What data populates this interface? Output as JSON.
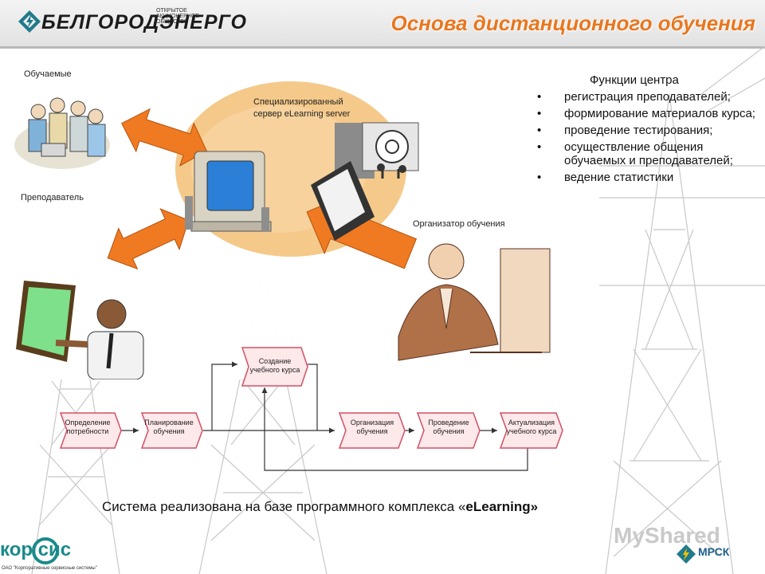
{
  "header": {
    "logo_small": "Открытое акционерное общество",
    "logo_name": "БЕЛГОРОДЭНЕРГО",
    "title": "Основа дистанционного обучения"
  },
  "illustration": {
    "learners_label": "Обучаемые",
    "teacher_label": "Преподаватель",
    "server_label_line1": "Специализированный",
    "server_label_line2": "сервер eLearning server",
    "organizer_label": "Организатор обучения"
  },
  "functions": {
    "heading": "Функции центра",
    "items": [
      "регистрация преподавателей;",
      "формирование материалов курса;",
      "проведение тестирования;",
      "осуществление общения обучаемых и преподавателей;",
      "ведение статистики"
    ]
  },
  "process": {
    "steps": [
      {
        "line1": "Определение",
        "line2": "потребности"
      },
      {
        "line1": "Планирование",
        "line2": "обучения"
      },
      {
        "line1": "Создание",
        "line2": "учебного курса"
      },
      {
        "line1": "Организация",
        "line2": "обучения"
      },
      {
        "line1": "Проведение",
        "line2": "обучения"
      },
      {
        "line1": "Актуализация",
        "line2": "учебного курса"
      }
    ]
  },
  "footer": {
    "text_prefix": "Система реализована  на базе программного комплекса  «",
    "text_bold": "eLearning»",
    "korsis_name": "кор сис",
    "korsis_caption": "ОАО \"Корпоративные сервисные системы\"",
    "mrsk_name": "МРСК",
    "watermark": "MyShared"
  },
  "colors": {
    "title_orange": "#e8771f",
    "arrow_orange": "#f07a22",
    "korsis_teal": "#1a8a8a"
  }
}
